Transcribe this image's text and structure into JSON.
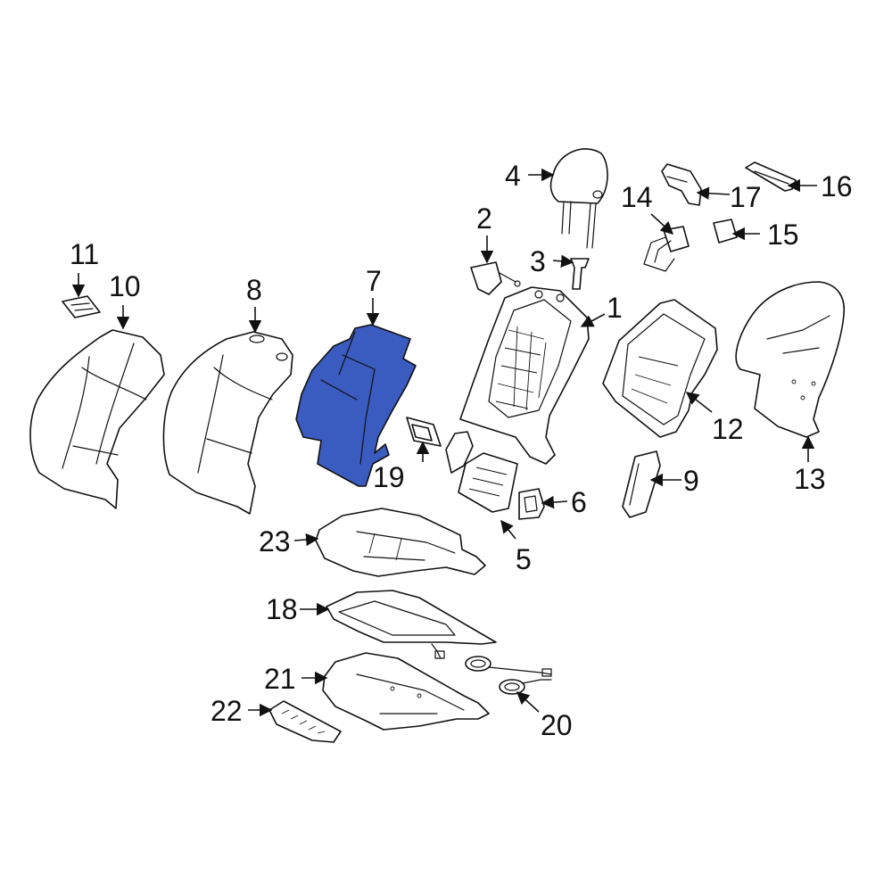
{
  "colors": {
    "highlight": "#3a5bbf",
    "line": "#111111",
    "background": "#ffffff"
  },
  "highlighted_part": "7",
  "callouts": {
    "p1": "1",
    "p2": "2",
    "p3": "3",
    "p4": "4",
    "p5": "5",
    "p6": "6",
    "p7": "7",
    "p8": "8",
    "p9": "9",
    "p10": "10",
    "p11": "11",
    "p12": "12",
    "p13": "13",
    "p14": "14",
    "p15": "15",
    "p16": "16",
    "p17": "17",
    "p18": "18",
    "p19": "19",
    "p20": "20",
    "p21": "21",
    "p22": "22",
    "p23": "23"
  }
}
